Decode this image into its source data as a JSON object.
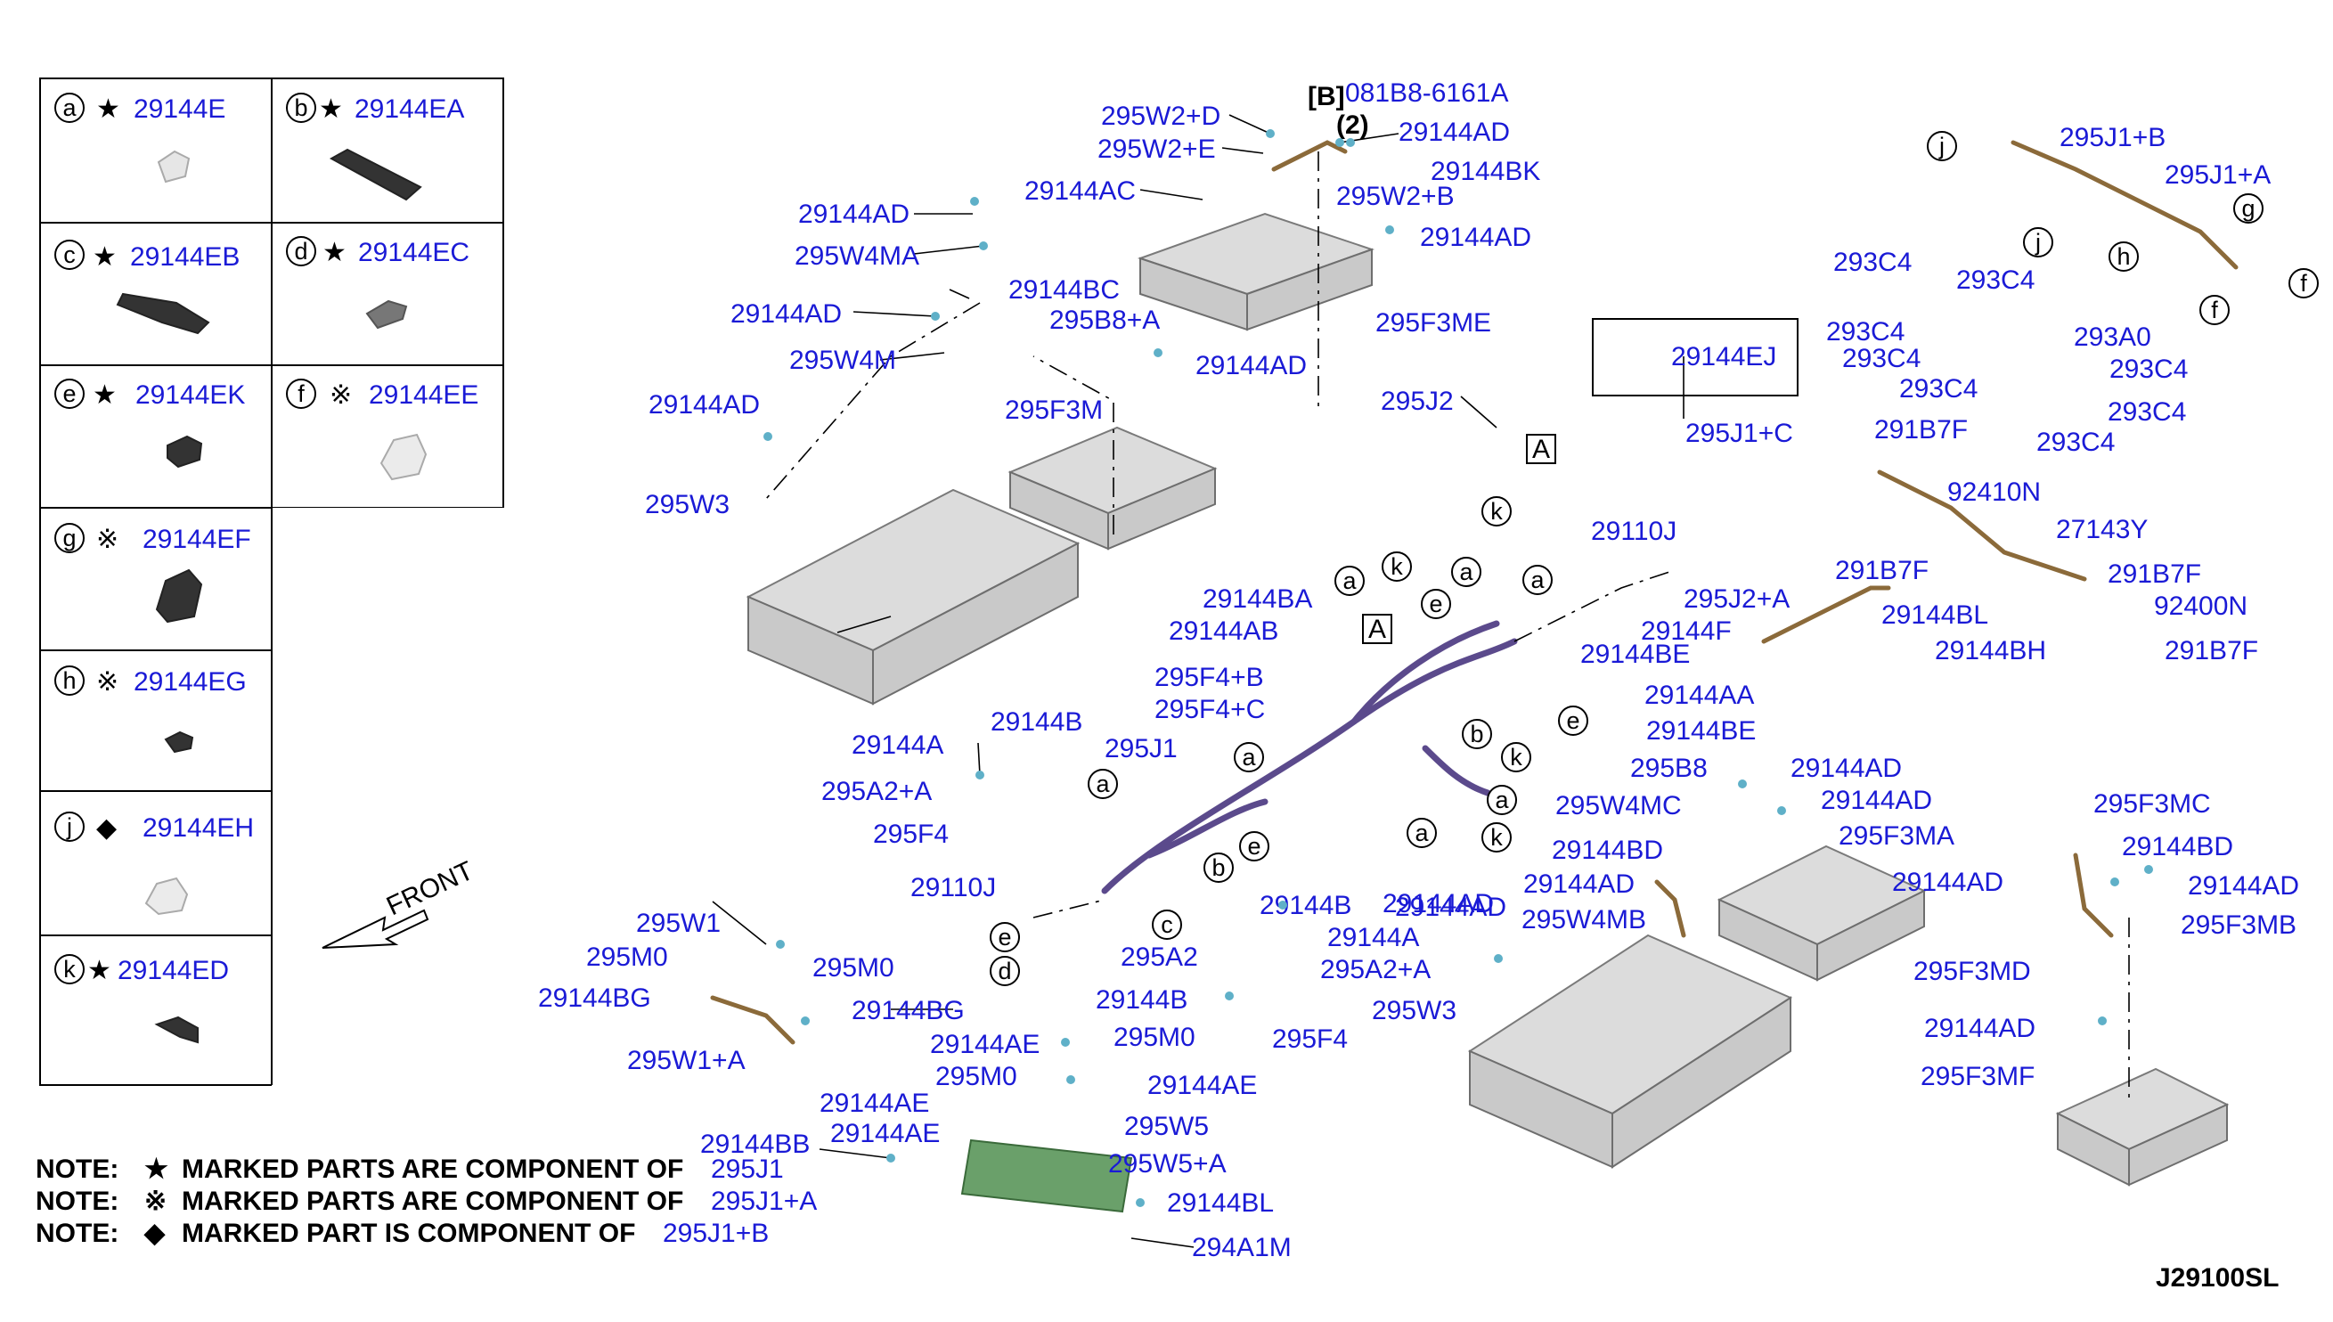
{
  "legend": [
    {
      "letter": "a",
      "mark": "★",
      "part": "29144E"
    },
    {
      "letter": "b",
      "mark": "★",
      "part": "29144EA"
    },
    {
      "letter": "c",
      "mark": "★",
      "part": "29144EB"
    },
    {
      "letter": "d",
      "mark": "★",
      "part": "29144EC"
    },
    {
      "letter": "e",
      "mark": "★",
      "part": "29144EK"
    },
    {
      "letter": "f",
      "mark": "※",
      "part": "29144EE"
    },
    {
      "letter": "g",
      "mark": "※",
      "part": "29144EF"
    },
    {
      "letter": "h",
      "mark": "※",
      "part": "29144EG"
    },
    {
      "letter": "j",
      "mark": "◆",
      "part": "29144EH"
    },
    {
      "letter": "k",
      "mark": "★",
      "part": "29144ED"
    }
  ],
  "front_label": "FRONT",
  "notes": [
    {
      "label": "NOTE:",
      "mark": "★",
      "text": "MARKED PARTS ARE COMPONENT OF",
      "part": "295J1"
    },
    {
      "label": "NOTE:",
      "mark": "※",
      "text": "MARKED PARTS ARE COMPONENT OF",
      "part": "295J1+A"
    },
    {
      "label": "NOTE:",
      "mark": "◆",
      "text": "MARKED PART IS COMPONENT OF",
      "part": "295J1+B"
    }
  ],
  "diagram_code": "J29100SL",
  "bracket_ref": "[B]",
  "bolt_part": "081B8-6161A",
  "bolt_qty": "(2)",
  "ref_a": "A",
  "callout_letters": [
    "a",
    "b",
    "c",
    "d",
    "e",
    "f",
    "g",
    "h",
    "j",
    "k"
  ],
  "part_labels": [
    "295W2+D",
    "295W2+E",
    "29144AD",
    "29144BK",
    "29144AC",
    "295W2+B",
    "29144AD",
    "29144AD",
    "295W4MA",
    "29144BC",
    "29144AD",
    "295B8+A",
    "295W4M",
    "295F3ME",
    "29144AD",
    "295F3M",
    "29144AD",
    "295J2",
    "295W3",
    "29144EJ",
    "295J1+C",
    "295J1+B",
    "295J1+A",
    "293C4",
    "293C4",
    "293C4",
    "293A0",
    "293C4",
    "293C4",
    "293C4",
    "293C4",
    "293C4",
    "291B7F",
    "92410N",
    "27143Y",
    "291B7F",
    "291B7F",
    "92400N",
    "291B7F",
    "29110J",
    "295J2+A",
    "29144F",
    "29144BA",
    "29144AB",
    "295F4+B",
    "295F4+C",
    "29144BE",
    "29144AA",
    "29144BE",
    "295B8",
    "29144BL",
    "29144BH",
    "29144B",
    "29144A",
    "295J1",
    "295A2+A",
    "295F4",
    "29144AD",
    "29144AD",
    "295W4MC",
    "29144BD",
    "295F3MA",
    "29144AD",
    "29144AD",
    "295W4MB",
    "295F3MC",
    "29144BD",
    "29144AD",
    "29144AD",
    "295F3MB",
    "295F3MD",
    "29110J",
    "295W1",
    "295M0",
    "295M0",
    "29144BG",
    "29144BG",
    "295W1+A",
    "29144B",
    "29144A",
    "295A2",
    "295A2+A",
    "29144AD",
    "295W3",
    "29144B",
    "295F4",
    "29144AE",
    "295M0",
    "295M0",
    "29144AE",
    "29144AE",
    "295W5",
    "29144AE",
    "29144BB",
    "295W5+A",
    "29144BL",
    "294A1M",
    "29144AD",
    "295F3MF"
  ]
}
